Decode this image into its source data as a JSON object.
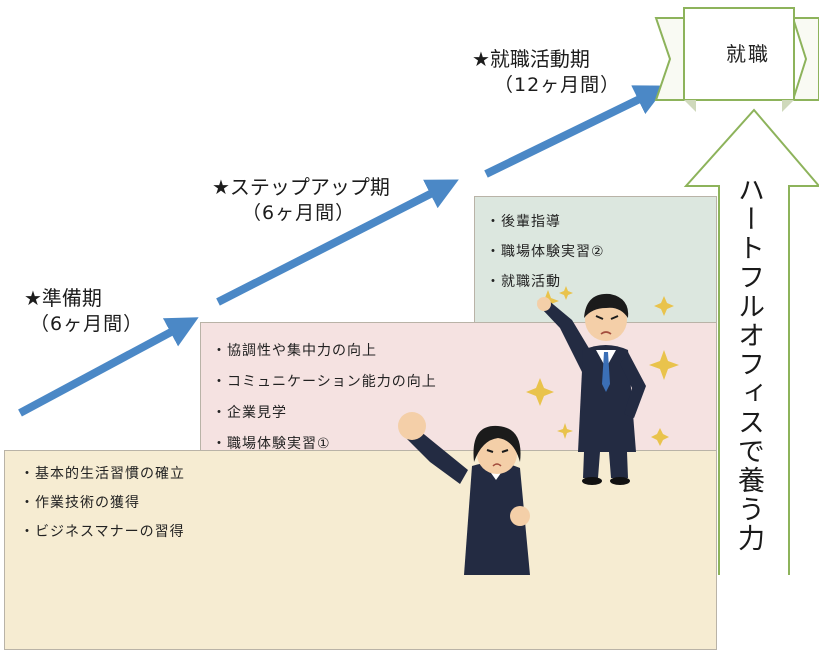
{
  "goal": {
    "label": "就職"
  },
  "vertical_caption": "ハートフルオフィスで養う力",
  "phases": [
    {
      "title": "★準備期",
      "duration": "（6ヶ月間）"
    },
    {
      "title": "★ステップアップ期",
      "duration": "（6ヶ月間）"
    },
    {
      "title": "★就職活動期",
      "duration": "（12ヶ月間）"
    }
  ],
  "steps": [
    {
      "items": [
        "・基本的生活習慣の確立",
        "・作業技術の獲得",
        "・ビジネスマナーの習得"
      ],
      "color": "#f6ecd2"
    },
    {
      "items": [
        "・協調性や集中力の向上",
        "・コミュニケーション能力の向上",
        "・企業見学",
        "・職場体験実習①"
      ],
      "color": "#f5e2e1"
    },
    {
      "items": [
        "・後輩指導",
        "・職場体験実習②",
        "・就職活動"
      ],
      "color": "#dce7df"
    }
  ],
  "colors": {
    "arrow": "#4b88c6",
    "sparkle": "#e9c34c",
    "suit": "#232b42"
  }
}
